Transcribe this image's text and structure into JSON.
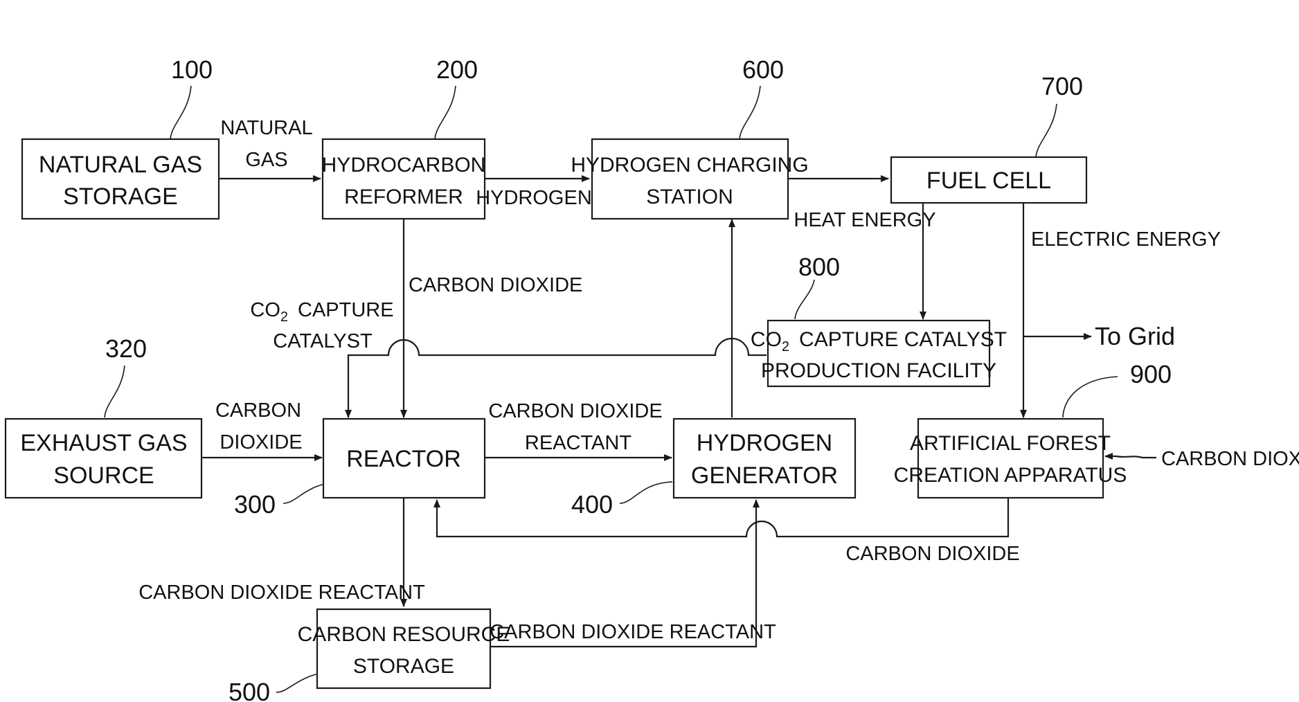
{
  "nodes": {
    "natural_gas_storage": {
      "number": "100",
      "line1": "NATURAL GAS",
      "line2": "STORAGE"
    },
    "hydrocarbon_reformer": {
      "number": "200",
      "line1": "HYDROCARBON",
      "line2": "REFORMER"
    },
    "hydrogen_charging_station": {
      "number": "600",
      "line1": "HYDROGEN CHARGING",
      "line2": "STATION"
    },
    "fuel_cell": {
      "number": "700",
      "line1": "FUEL CELL"
    },
    "capture_catalyst_facility": {
      "number": "800",
      "line1_prefix": "CO",
      "line1_sub": "2",
      "line1_rest": "CAPTURE CATALYST",
      "line2": "PRODUCTION FACILITY"
    },
    "exhaust_gas_source": {
      "number": "320",
      "line1": "EXHAUST GAS",
      "line2": "SOURCE"
    },
    "reactor": {
      "number": "300",
      "line1": "REACTOR"
    },
    "hydrogen_generator": {
      "number": "400",
      "line1": "HYDROGEN",
      "line2": "GENERATOR"
    },
    "artificial_forest": {
      "number": "900",
      "line1": "ARTIFICIAL FOREST",
      "line2": "CREATION APPARATUS"
    },
    "carbon_resource_storage": {
      "number": "500",
      "line1": "CARBON RESOURCE",
      "line2": "STORAGE"
    }
  },
  "edge_labels": {
    "natural_gas": [
      "NATURAL",
      "GAS"
    ],
    "hydrogen": "HYDROGEN",
    "heat_energy": "HEAT ENERGY",
    "electric_energy": "ELECTRIC ENERGY",
    "carbon_dioxide_reformer": "CARBON DIOXIDE",
    "co2_capture_catalyst": {
      "prefix": "CO",
      "sub": "2",
      "rest": "CAPTURE",
      "line2": "CATALYST"
    },
    "carbon_dioxide_exhaust": [
      "CARBON",
      "DIOXIDE"
    ],
    "carbon_dioxide_reactant_reactor": [
      "CARBON DIOXIDE",
      "REACTANT"
    ],
    "to_grid": "To Grid",
    "carbon_dioxide_forest_in": "CARBON DIOXIDE",
    "carbon_dioxide_return": "CARBON DIOXIDE",
    "carbon_dioxide_reactant_down": "CARBON DIOXIDE REACTANT",
    "carbon_dioxide_reactant_storage": "CARBON DIOXIDE REACTANT"
  }
}
